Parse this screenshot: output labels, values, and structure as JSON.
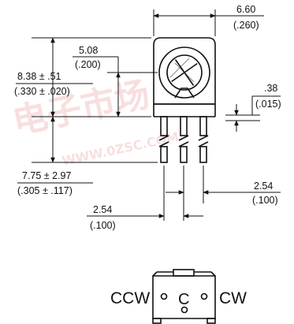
{
  "dimensions": {
    "width_mm": "6.60",
    "width_in": "(.260)",
    "pivot_mm": "5.08",
    "pivot_in": "(.200)",
    "height_mm": "8.38 ± .51",
    "height_in": "(.330 ± .020)",
    "pin_thickness_mm": ".38",
    "pin_thickness_in": "(.015)",
    "pin_length_mm": "7.75 ± 2.97",
    "pin_length_in": "(.305 ± .117)",
    "pitch_right_mm": "2.54",
    "pitch_right_in": "(.100)",
    "pitch_left_mm": "2.54",
    "pitch_left_in": "(.100)"
  },
  "bottom_view": {
    "ccw_label": "CCW",
    "center_label": "C",
    "cw_label": "CW"
  },
  "watermark": {
    "text": "电子市场",
    "url_text": "WWW.0ZSC.COM"
  }
}
